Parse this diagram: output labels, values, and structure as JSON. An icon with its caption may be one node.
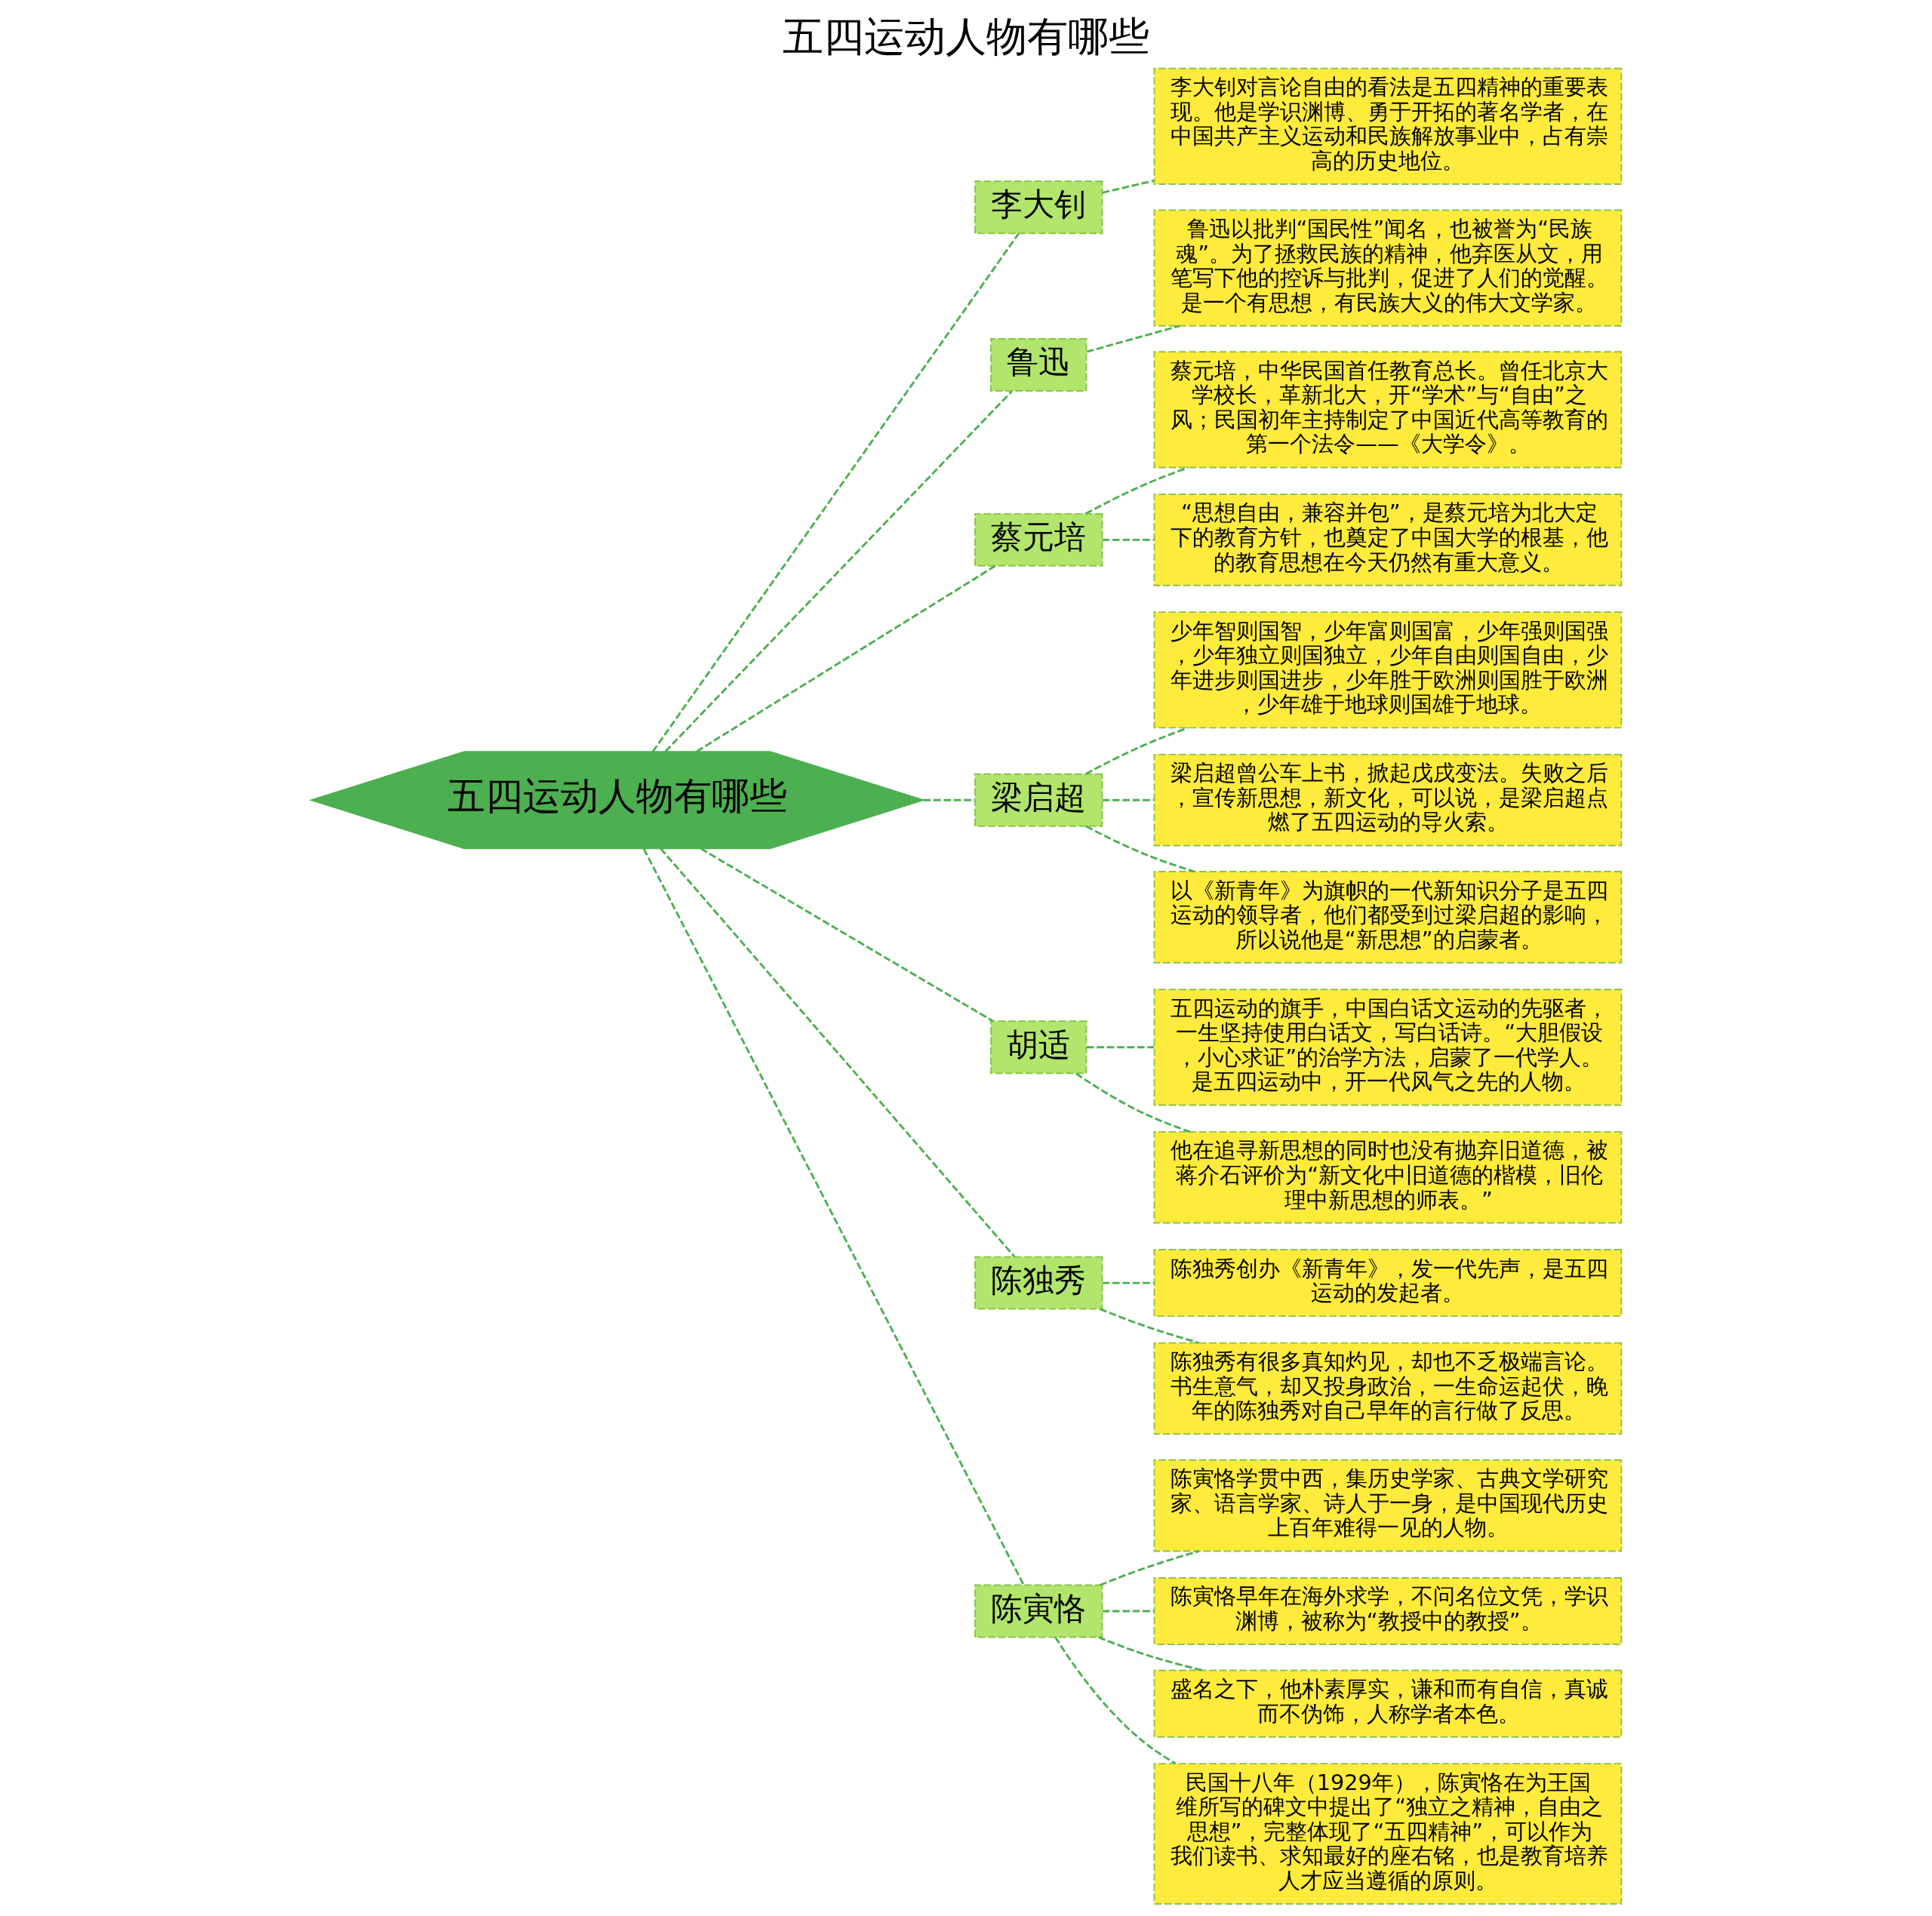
{
  "diagram": {
    "title": "五四运动人物有哪些",
    "nodes": [
      {
        "text": [
          "五四运动人物有哪些"
        ]
      },
      {
        "text": [
          "李大钊"
        ]
      },
      {
        "text": [
          "李大钊对言论自由的看法是五四精神的重要表现。他是学识渊博、勇于开拓的著名学者，在中国共产主义运动和民族解放事业中，占有崇高的历史地位。"
        ]
      },
      {
        "text": [
          "鲁迅"
        ]
      },
      {
        "text": [
          "鲁迅以批判“国民性”闻名，也被誉为“民族魂”。为了拯救民族的精神，他弃医从文，用笔写下他的控诉与批判，促进了人们的觉醒。是一个有思想，有民族大义的伟大文学家。"
        ]
      },
      {
        "text": [
          "蔡元培"
        ]
      },
      {
        "text": [
          "蔡元培，中华民国首任教育总长。曾任北京大学校长，革新北大，开“学术”与“自由”之风；民国初年主持制定了中国近代高等教育的第一个法令——《大学令》。"
        ]
      },
      {
        "text": [
          "“思想自由，兼容并包”，是蔡元培为北大定下的教育方针，也奠定了中国大学的根基，他的教育思想在今天仍然有重大意义。"
        ]
      },
      {
        "text": [
          "梁启超"
        ]
      },
      {
        "text": [
          "少年智则国智，少年富则国富，少年强则国强，少年独立则国独立，少年自由则国自由，少年进步则国进步，少年胜于欧洲则国胜于欧洲，少年雄于地球则国雄于地球。"
        ]
      },
      {
        "text": [
          "梁启超曾公车上书，掀起戊戌变法。失败之后，宣传新思想，新文化，可以说，是梁启超点燃了五四运动的导火索。"
        ]
      },
      {
        "text": [
          "以《新青年》为旗帜的一代新知识分子是五四运动的领导者，他们都受到过梁启超的影响，所以说他是“新思想”的启蒙者。"
        ]
      },
      {
        "text": [
          "胡适"
        ]
      },
      {
        "text": [
          "五四运动的旗手，中国白话文运动的先驱者，一生坚持使用白话文，写白话诗。“大胆假设，小心求证”的治学方法，启蒙了一代学人。是五四运动中，开一代风气之先的人物。"
        ]
      },
      {
        "text": [
          "他在追寻新思想的同时也没有抛弃旧道德，被蒋介石评价为“新文化中旧道德的楷模，旧伦理中新思想的师表。”"
        ]
      },
      {
        "text": [
          "陈独秀"
        ]
      },
      {
        "text": [
          "陈独秀创办《新青年》，发一代先声，是五四运动的发起者。"
        ]
      },
      {
        "text": [
          "陈独秀有很多真知灼见，却也不乏极端言论。书生意气，却又投身政治，一生命运起伏，晚年的陈独秀对自己早年的言行做了反思。"
        ]
      },
      {
        "text": [
          "陈寅恪"
        ]
      },
      {
        "text": [
          "陈寅恪学贯中西，集历史学家、古典文学研究家、语言学家、诗人于一身，是中国现代历史上百年难得一见的人物。"
        ]
      },
      {
        "text": [
          "陈寅恪早年在海外求学，不问名位文凭，学识渊博，被称为“教授中的教授”。"
        ]
      },
      {
        "text": [
          "盛名之下，他朴素厚实，谦和而有自信，真诚而不伪饰，人称学者本色。"
        ]
      },
      {
        "text": [
          "民国十八年（1929年），陈寅恪在为王国维所写的碑文中提出了“独立之精神，自由之思想”，完整体现了“五四精神”，可以作为我们读书、求知最好的座右铭，也是教育培养人才应当遵循的原则。"
        ]
      }
    ],
    "edges": [
      {
        "from": 0,
        "to": 1,
        "arrow": "none",
        "style": "dashed"
      },
      {
        "from": 1,
        "to": 2,
        "arrow": "none",
        "style": "dashed"
      },
      {
        "from": 0,
        "to": 3,
        "arrow": "none",
        "style": "dashed"
      },
      {
        "from": 3,
        "to": 4,
        "arrow": "none",
        "style": "dashed"
      },
      {
        "from": 0,
        "to": 5,
        "arrow": "none",
        "style": "dashed"
      },
      {
        "from": 5,
        "to": 6,
        "arrow": "none",
        "style": "dashed"
      },
      {
        "from": 5,
        "to": 7,
        "arrow": "none",
        "style": "dashed"
      },
      {
        "from": 0,
        "to": 8,
        "arrow": "none",
        "style": "dashed"
      },
      {
        "from": 8,
        "to": 9,
        "arrow": "none",
        "style": "dashed"
      },
      {
        "from": 8,
        "to": 10,
        "arrow": "none",
        "style": "dashed"
      },
      {
        "from": 8,
        "to": 11,
        "arrow": "none",
        "style": "dashed"
      },
      {
        "from": 0,
        "to": 12,
        "arrow": "none",
        "style": "dashed"
      },
      {
        "from": 12,
        "to": 13,
        "arrow": "none",
        "style": "dashed"
      },
      {
        "from": 12,
        "to": 14,
        "arrow": "none",
        "style": "dashed"
      },
      {
        "from": 0,
        "to": 15,
        "arrow": "none",
        "style": "dashed"
      },
      {
        "from": 15,
        "to": 16,
        "arrow": "none",
        "style": "dashed"
      },
      {
        "from": 15,
        "to": 17,
        "arrow": "none",
        "style": "dashed"
      },
      {
        "from": 0,
        "to": 18,
        "arrow": "none",
        "style": "dashed"
      },
      {
        "from": 18,
        "to": 19,
        "arrow": "none",
        "style": "dashed"
      },
      {
        "from": 18,
        "to": 20,
        "arrow": "none",
        "style": "dashed"
      },
      {
        "from": 18,
        "to": 21,
        "arrow": "none",
        "style": "dashed"
      },
      {
        "from": 18,
        "to": 22,
        "arrow": "none",
        "style": "dashed"
      }
    ]
  }
}
